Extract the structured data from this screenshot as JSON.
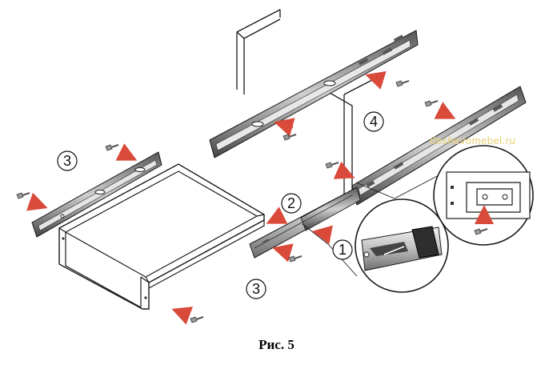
{
  "figure": {
    "caption": "Рис. 5",
    "watermark": "deshevomebel.ru",
    "step_labels": [
      "1",
      "2",
      "3",
      "3",
      "4"
    ]
  },
  "colors": {
    "arrow": "#d94a3a",
    "rail_dark": "#3a3a3a",
    "rail_light": "#d9d9d9",
    "watermark": "#e8cf74"
  },
  "icons": [
    "screw-icon",
    "red-arrow-icon",
    "rail-clip-icon"
  ]
}
